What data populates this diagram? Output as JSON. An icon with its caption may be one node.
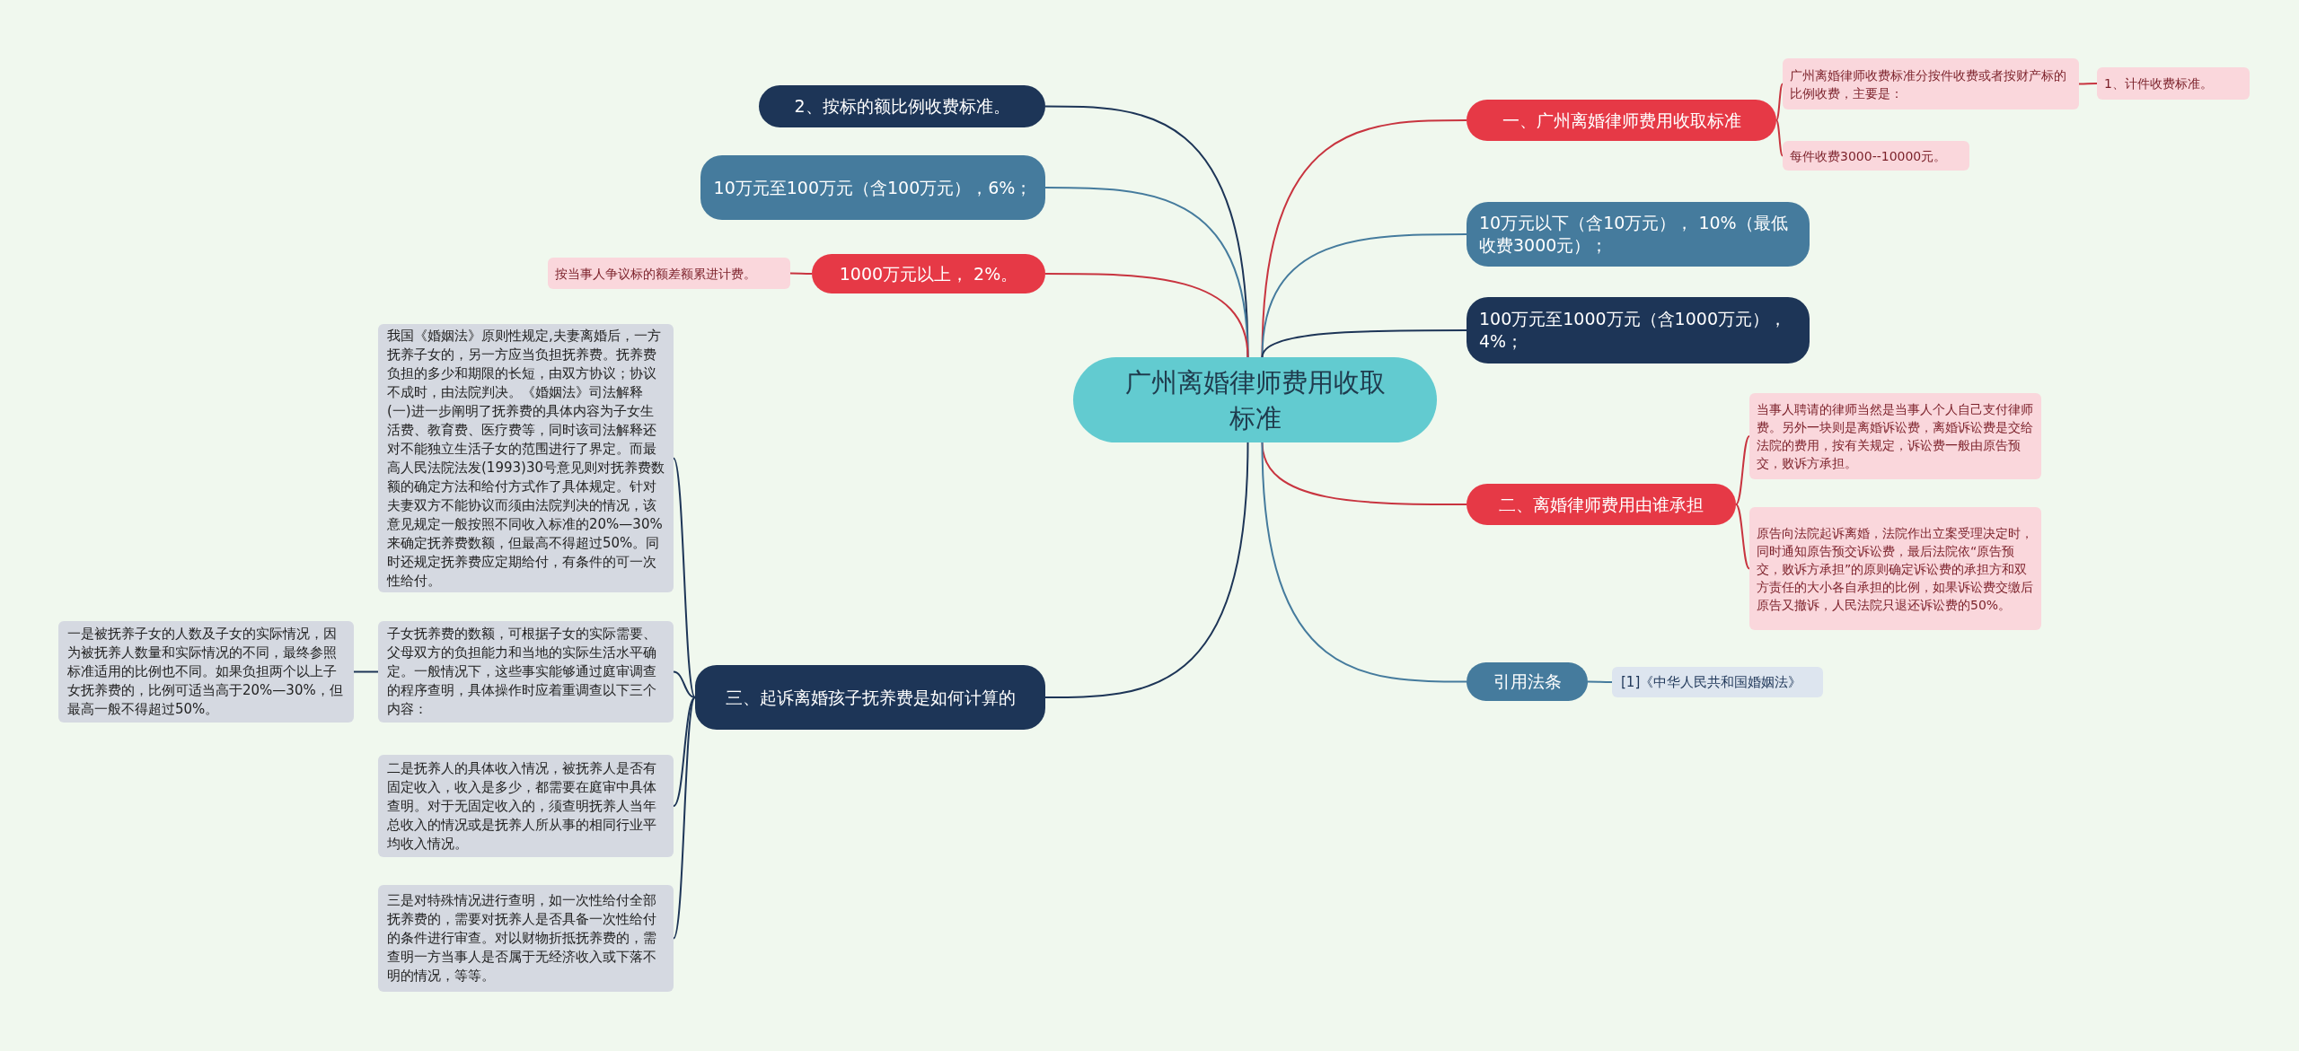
{
  "diagram": {
    "nodes": [
      {
        "text": [
          "广州离婚律师费用收取标准"
        ]
      },
      {
        "text": [
          "一、广州离婚律师费用收取标准"
        ]
      },
      {
        "text": [
          "广州离婚律师收费标准分按件收费或者按财产标的比例收费，主要是："
        ]
      },
      {
        "text": [
          "1、计件收费标准。"
        ]
      },
      {
        "text": [
          "每件收费3000--10000元。"
        ]
      },
      {
        "text": [
          "10万元以下（含10万元）， 10%（最低收费3000元）；"
        ]
      },
      {
        "text": [
          "100万元至1000万元（含1000万元），4%；"
        ]
      },
      {
        "text": [
          "二、离婚律师费用由谁承担"
        ]
      },
      {
        "text": [
          "当事人聘请的律师当然是当事人个人自己支付律师费。另外一块则是离婚诉讼费，离婚诉讼费是交给法院的费用，按有关规定，诉讼费一般由原告预交，败诉方承担。"
        ]
      },
      {
        "text": [
          "原告向法院起诉离婚，法院作出立案受理决定时，同时通知原告预交诉讼费，最后法院依“原告预交，败诉方承担”的原则确定诉讼费的承担方和双方责任的大小各自承担的比例，如果诉讼费交缴后原告又撤诉，人民法院只退还诉讼费的50%。"
        ]
      },
      {
        "text": [
          "引用法条"
        ]
      },
      {
        "text": [
          "[1]《中华人民共和国婚姻法》"
        ]
      },
      {
        "text": [
          "2、按标的额比例收费标准。"
        ]
      },
      {
        "text": [
          "10万元至100万元（含100万元），6%；"
        ]
      },
      {
        "text": [
          "1000万元以上， 2%。"
        ]
      },
      {
        "text": [
          "按当事人争议标的额差额累进计费。"
        ]
      },
      {
        "text": [
          "三、起诉离婚孩子抚养费是如何计算的"
        ]
      },
      {
        "text": [
          "我国《婚姻法》原则性规定,夫妻离婚后，一方抚养子女的，另一方应当负担抚养费。抚养费负担的多少和期限的长短，由双方协议；协议不成时，由法院判决。《婚姻法》司法解释(一)进一步阐明了抚养费的具体内容为子女生活费、教育费、医疗费等，同时该司法解释还对不能独立生活子女的范围进行了界定。而最高人民法院法发(1993)30号意见则对抚养费数额的确定方法和给付方式作了具体规定。针对夫妻双方不能协议而须由法院判决的情况，该意见规定一般按照不同收入标准的20%—30%来确定抚养费数额，但最高不得超过50%。同时还规定抚养费应定期给付，有条件的可一次性给付。"
        ]
      },
      {
        "text": [
          "子女抚养费的数额，可根据子女的实际需要、父母双方的负担能力和当地的实际生活水平确定。一般情况下，这些事实能够通过庭审调查的程序查明，具体操作时应着重调查以下三个内容："
        ]
      },
      {
        "text": [
          "一是被抚养子女的人数及子女的实际情况，因为被抚养人数量和实际情况的不同，最终参照标准适用的比例也不同。如果负担两个以上子女抚养费的，比例可适当高于20%—30%，但最高一般不得超过50%。"
        ]
      },
      {
        "text": [
          "二是抚养人的具体收入情况，被抚养人是否有固定收入，收入是多少，都需要在庭审中具体查明。对于无固定收入的，须查明抚养人当年总收入的情况或是抚养人所从事的相同行业平均收入情况。"
        ]
      },
      {
        "text": [
          "三是对特殊情况进行查明，如一次性给付全部抚养费的，需要对抚养人是否具备一次性给付的条件进行审查。对以财物折抵抚养费的，需查明一方当事人是否属于无经济收入或下落不明的情况，等等。"
        ]
      }
    ],
    "edges": [
      {
        "from": 0,
        "to": 1,
        "arrow": "none"
      },
      {
        "from": 1,
        "to": 2,
        "arrow": "none"
      },
      {
        "from": 2,
        "to": 3,
        "arrow": "none"
      },
      {
        "from": 1,
        "to": 4,
        "arrow": "none"
      },
      {
        "from": 0,
        "to": 5,
        "arrow": "none",
        "color": "#457b9d"
      },
      {
        "from": 0,
        "to": 6,
        "arrow": "none",
        "color": "#1d3557"
      },
      {
        "from": 0,
        "to": 7,
        "arrow": "none"
      },
      {
        "from": 7,
        "to": 8,
        "arrow": "none"
      },
      {
        "from": 7,
        "to": 9,
        "arrow": "none"
      },
      {
        "from": 0,
        "to": 10,
        "arrow": "none",
        "color": "#457b9d"
      },
      {
        "from": 10,
        "to": 11,
        "arrow": "none",
        "color": "#457b9d"
      },
      {
        "from": 0,
        "to": 12,
        "arrow": "none",
        "color": "#1d3557"
      },
      {
        "from": 0,
        "to": 13,
        "arrow": "none",
        "color": "#457b9d"
      },
      {
        "from": 0,
        "to": 14,
        "arrow": "none"
      },
      {
        "from": 14,
        "to": 15,
        "arrow": "none"
      },
      {
        "from": 0,
        "to": 16,
        "arrow": "none",
        "color": "#1d3557"
      },
      {
        "from": 16,
        "to": 17,
        "arrow": "none",
        "color": "#1d3557"
      },
      {
        "from": 16,
        "to": 18,
        "arrow": "none",
        "color": "#1d3557"
      },
      {
        "from": 18,
        "to": 19,
        "arrow": "none",
        "color": "#1d3557"
      },
      {
        "from": 16,
        "to": 20,
        "arrow": "none",
        "color": "#1d3557"
      },
      {
        "from": 16,
        "to": 21,
        "arrow": "none",
        "color": "#1d3557"
      }
    ]
  }
}
